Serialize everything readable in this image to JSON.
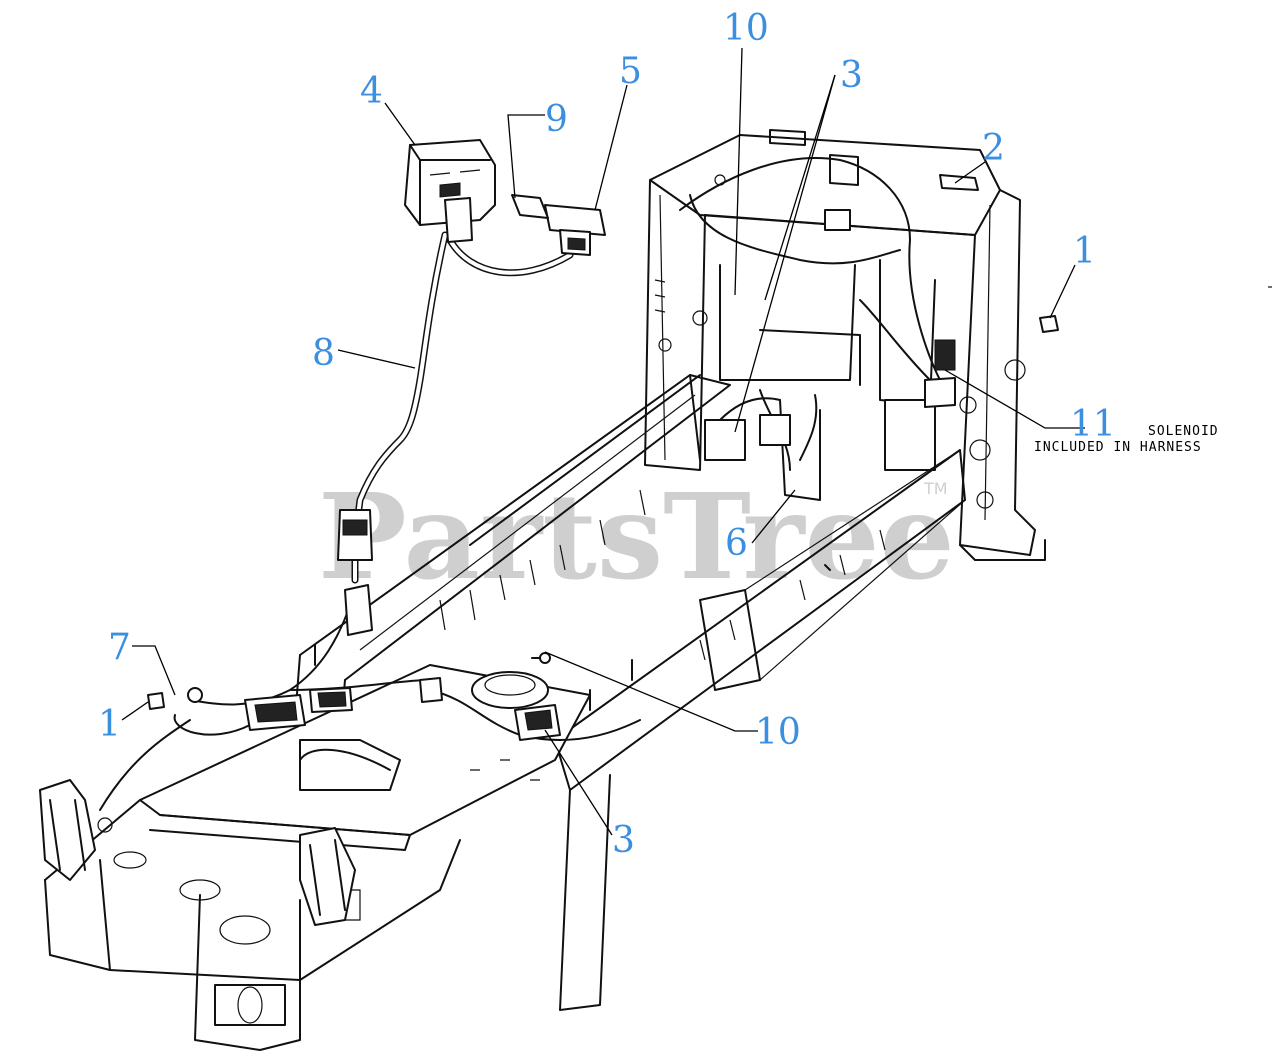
{
  "watermark": {
    "text": "PartsTree",
    "trademark": "TM"
  },
  "callouts": [
    {
      "id": "1-top",
      "number": "1"
    },
    {
      "id": "2",
      "number": "2"
    },
    {
      "id": "3-top",
      "number": "3"
    },
    {
      "id": "4",
      "number": "4"
    },
    {
      "id": "5",
      "number": "5"
    },
    {
      "id": "6",
      "number": "6"
    },
    {
      "id": "8",
      "number": "8"
    },
    {
      "id": "9",
      "number": "9"
    },
    {
      "id": "10-top",
      "number": "10"
    },
    {
      "id": "11",
      "number": "11"
    },
    {
      "id": "7",
      "number": "7"
    },
    {
      "id": "1-bottom",
      "number": "1"
    },
    {
      "id": "10-bottom",
      "number": "10"
    },
    {
      "id": "3-bottom",
      "number": "3"
    }
  ],
  "note": {
    "line1": "SOLENOID",
    "line2": "INCLUDED IN HARNESS"
  },
  "colors": {
    "callout": "#3b8fe0",
    "watermark": "#cfcfcf",
    "line": "#111111"
  }
}
